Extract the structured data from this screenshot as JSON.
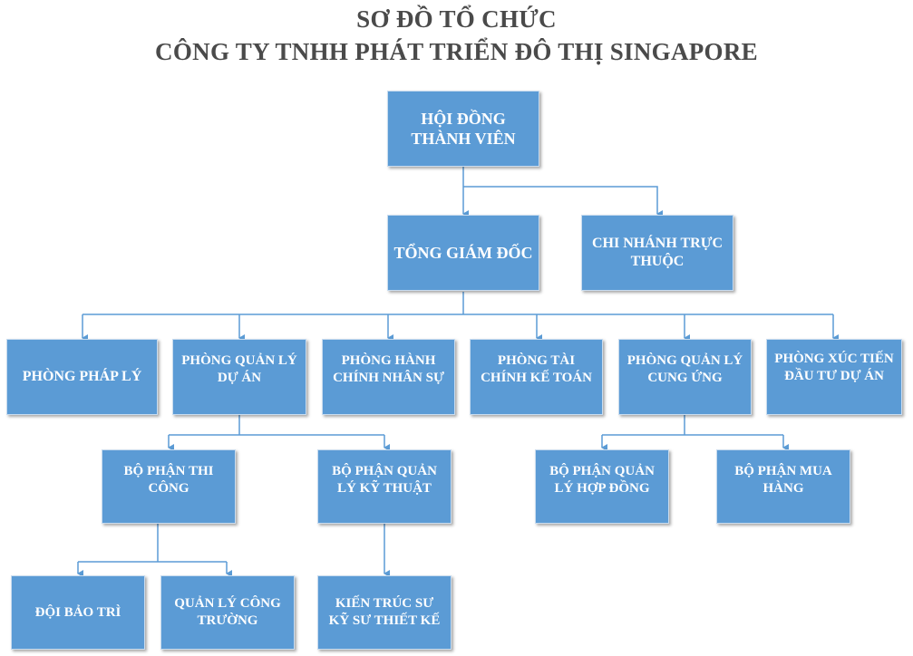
{
  "title": {
    "line1": "SƠ ĐỒ TỔ CHỨC",
    "line2": "CÔNG TY TNHH PHÁT TRIỂN ĐÔ THỊ SINGAPORE"
  },
  "nodes": {
    "hdtv": "HỘI ĐỒNG THÀNH VIÊN",
    "tgd": "TỔNG GIÁM ĐỐC",
    "cn": "CHI NHÁNH TRỰC THUỘC",
    "ppl": "PHÒNG PHÁP LÝ",
    "pqlda": "PHÒNG QUẢN LÝ DỰ ÁN",
    "phcns": "PHÒNG HÀNH CHÍNH NHÂN SỰ",
    "ptckt": "PHÒNG TÀI CHÍNH KẾ TOÁN",
    "pqlcu": "PHÒNG QUẢN LÝ CUNG ỨNG",
    "pxtdt": "PHÒNG XÚC TIẾN ĐẦU TƯ DỰ ÁN",
    "bptc": "BỘ PHẬN THI CÔNG",
    "bpqlkt": "BỘ PHẬN QUẢN LÝ KỸ THUẬT",
    "bpqlhd": "BỘ PHẬN QUẢN LÝ HỢP ĐỒNG",
    "bpmh": "BỘ PHẬN MUA HÀNG",
    "dbt": "ĐỘI BẢO TRÌ",
    "qlct": "QUẢN LÝ CÔNG TRƯỜNG",
    "ktskt": "KIẾN TRÚC SƯ KỸ SƯ THIẾT KẾ"
  },
  "colors": {
    "box_fill": "#5b9bd5",
    "connector": "#5b9bd5",
    "title_text": "#4a4a4a"
  }
}
